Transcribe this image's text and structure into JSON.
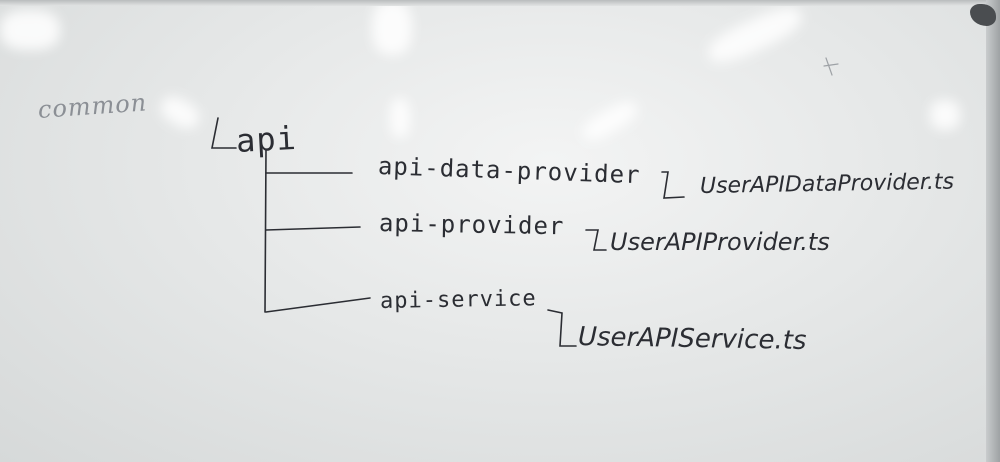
{
  "whiteboard": {
    "root_label": "common",
    "folder_label": "api",
    "branches": [
      {
        "folder": "api-data-provider",
        "file": "UserAPIDataProvider.ts"
      },
      {
        "folder": "api-provider",
        "file": "UserAPIProvider.ts"
      },
      {
        "folder": "api-service",
        "file": "UserAPIService.ts"
      }
    ],
    "ink_color": "#2b2d33",
    "faded_ink_color": "#8b8f95"
  }
}
